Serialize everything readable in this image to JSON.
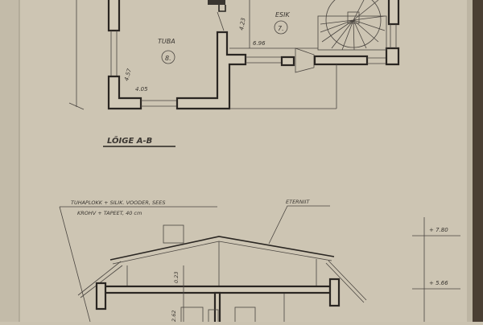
{
  "plan": {
    "rooms": [
      {
        "name": "TUBA",
        "number": "8."
      },
      {
        "name": "ESIK",
        "number": "7."
      }
    ],
    "dimensions": [
      "4.23",
      "6.96",
      "4.57",
      "4.05"
    ]
  },
  "section": {
    "title": "LÕIGE A-B",
    "note_line1": "TUHAPLOKK + SILIK. VOODER, SEES",
    "note_line2": "KROHV + TAPEET, 40 cm",
    "roof_label": "ETERNIIT",
    "dimensions": [
      "0.23",
      "2.62"
    ],
    "levels": [
      "+ 7.80",
      "+ 5.66"
    ]
  }
}
